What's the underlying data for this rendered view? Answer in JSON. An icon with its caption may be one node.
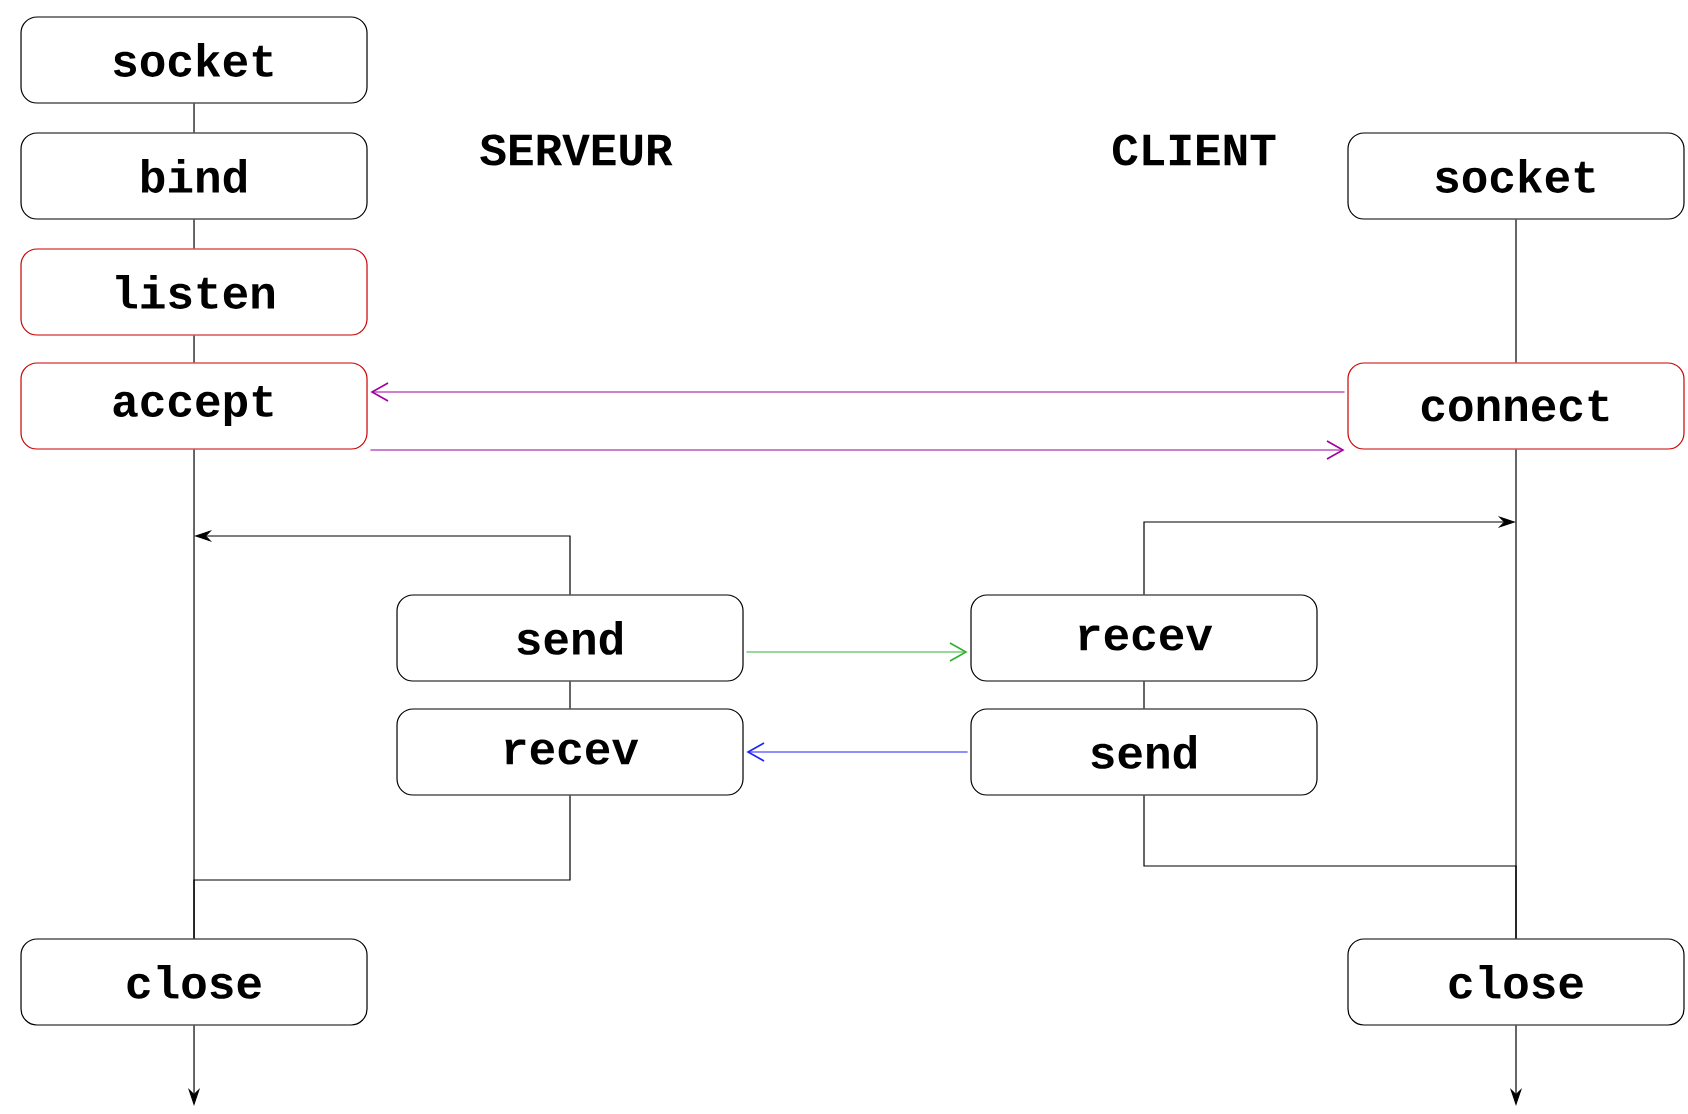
{
  "diagram": {
    "nodes": [
      {
        "text": [
          "socket"
        ]
      },
      {
        "text": [
          "bind"
        ]
      },
      {
        "text": [
          "listen"
        ]
      },
      {
        "text": [
          "accept"
        ]
      },
      {
        "text": [
          "send"
        ]
      },
      {
        "text": [
          "recev"
        ]
      },
      {
        "text": [
          "close"
        ]
      },
      {
        "text": [
          "socket"
        ]
      },
      {
        "text": [
          "connect"
        ]
      },
      {
        "text": [
          "recev"
        ]
      },
      {
        "text": [
          "send"
        ]
      },
      {
        "text": [
          "close"
        ]
      }
    ],
    "edges": [
      {
        "from": 0,
        "to": 1,
        "arrow": "none"
      },
      {
        "from": 1,
        "to": 2,
        "arrow": "none"
      },
      {
        "from": 2,
        "to": 3,
        "arrow": "none"
      },
      {
        "from": 7,
        "to": 8,
        "arrow": "none"
      },
      {
        "from": 8,
        "to": 3,
        "arrow": "to",
        "color": "#a000a0"
      },
      {
        "from": 3,
        "to": 8,
        "arrow": "to",
        "color": "#a000a0"
      },
      {
        "from": 3,
        "to": 6,
        "arrow": "none"
      },
      {
        "from": 8,
        "to": 11,
        "arrow": "none"
      },
      {
        "from": 4,
        "to": null,
        "arrow": "to"
      },
      {
        "from": 9,
        "to": null,
        "arrow": "to"
      },
      {
        "from": 4,
        "to": 5,
        "arrow": "none"
      },
      {
        "from": 9,
        "to": 10,
        "arrow": "none"
      },
      {
        "from": 4,
        "to": 9,
        "arrow": "to",
        "color": "#30b030"
      },
      {
        "from": 10,
        "to": 5,
        "arrow": "to",
        "color": "#2020ff"
      },
      {
        "from": 5,
        "to": 6,
        "arrow": "none"
      },
      {
        "from": 10,
        "to": 11,
        "arrow": "none"
      },
      {
        "from": 6,
        "to": null,
        "arrow": "to"
      },
      {
        "from": 11,
        "to": null,
        "arrow": "to"
      }
    ],
    "labels": [
      "SERVEUR",
      "CLIENT"
    ]
  }
}
